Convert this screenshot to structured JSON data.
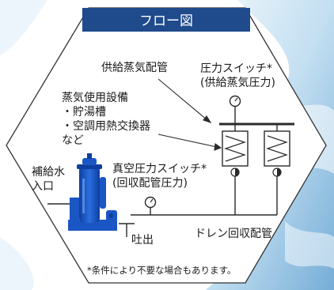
{
  "title": "フロー図",
  "labels": {
    "steam_supply_pipe": "供給蒸気配管",
    "pressure_switch_line1": "圧力スイッチ*",
    "pressure_switch_line2": "(供給蒸気圧力)",
    "equipment_line1": "蒸気使用設備",
    "equipment_line2": "・貯湯槽",
    "equipment_line3": "・空調用熱交換器",
    "equipment_line4": "など",
    "makeup_water_line1": "補給水",
    "makeup_water_line2": "入口",
    "vacuum_switch_line1": "真空圧力スイッチ*",
    "vacuum_switch_line2": "(回収配管圧力)",
    "discharge": "吐出",
    "drain_recovery_pipe": "ドレン回収配管",
    "footnote": "*条件により不要な場合もあります。"
  },
  "colors": {
    "title_bg": "#1f4a8c",
    "pump_blue": "#1a56c4",
    "line": "#2a2a2a",
    "water_light": "#cfe6f5",
    "water_mid": "#7fb6dc"
  }
}
